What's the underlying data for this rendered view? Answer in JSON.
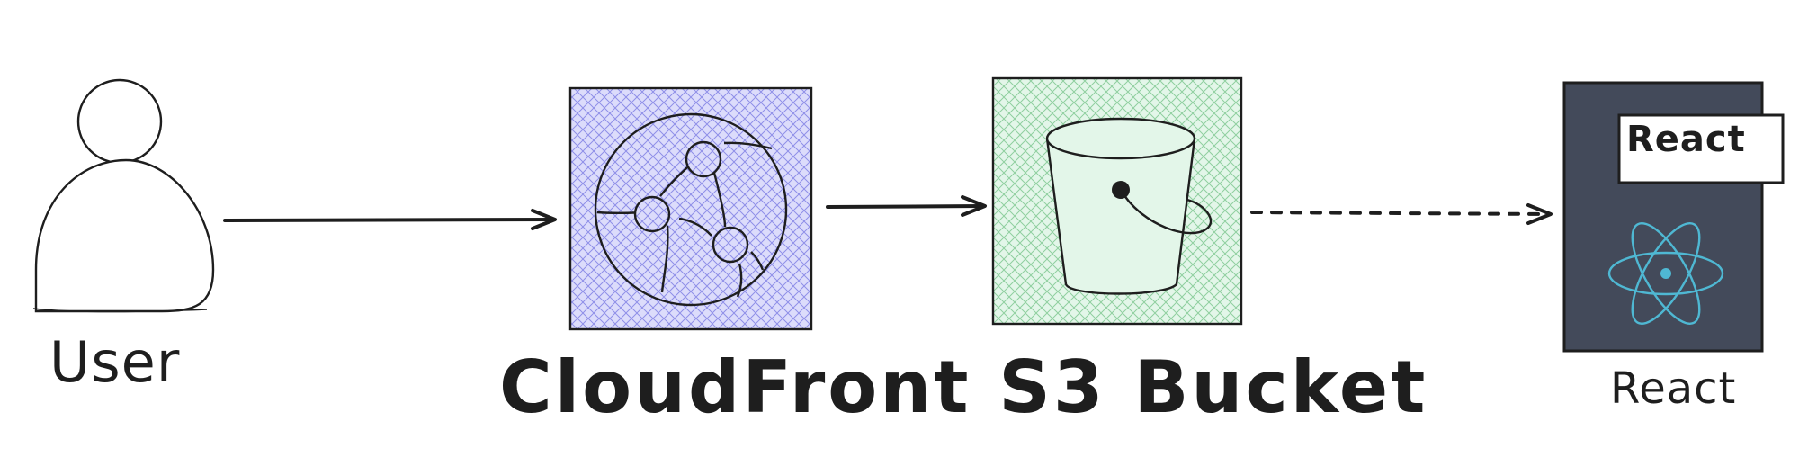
{
  "nodes": {
    "user": {
      "label": "User"
    },
    "cloudfront_s3": {
      "label": "CloudFront S3 Bucket"
    },
    "react": {
      "label": "React",
      "badge": "React"
    }
  },
  "edges": [
    {
      "from": "user",
      "to": "cloudfront",
      "style": "solid"
    },
    {
      "from": "cloudfront",
      "to": "s3-bucket",
      "style": "solid"
    },
    {
      "from": "s3-bucket",
      "to": "react",
      "style": "dashed"
    }
  ],
  "colors": {
    "stroke": "#1e1e1e",
    "cloudfront_fill": "#dcdcfb",
    "cloudfront_hatch": "#8f8fe8",
    "bucket_fill": "#e3f6e9",
    "bucket_hatch": "#8fcf9f",
    "react_panel": "#434a5a",
    "react_logo": "#4fb8d3"
  },
  "icons": [
    "user-icon",
    "cloudfront-icon",
    "bucket-icon",
    "react-logo-icon"
  ]
}
